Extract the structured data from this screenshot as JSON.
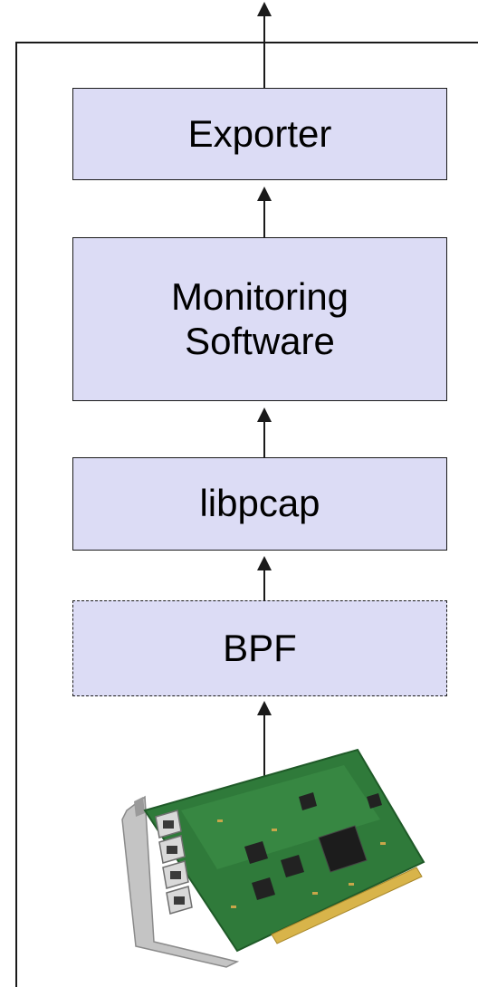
{
  "diagram": {
    "blocks": [
      {
        "id": "exporter",
        "label": "Exporter",
        "style": "solid"
      },
      {
        "id": "monitoring",
        "label": "Monitoring\nSoftware",
        "style": "solid"
      },
      {
        "id": "libpcap",
        "label": "libpcap",
        "style": "solid"
      },
      {
        "id": "bpf",
        "label": "BPF",
        "style": "dashed"
      }
    ],
    "image": {
      "name": "network-interface-card"
    },
    "colors": {
      "block_fill": "#dcdcf5",
      "line": "#1a1a1a",
      "card_pcb": "#2f7a3a",
      "card_bracket": "#b8b8b8"
    }
  }
}
